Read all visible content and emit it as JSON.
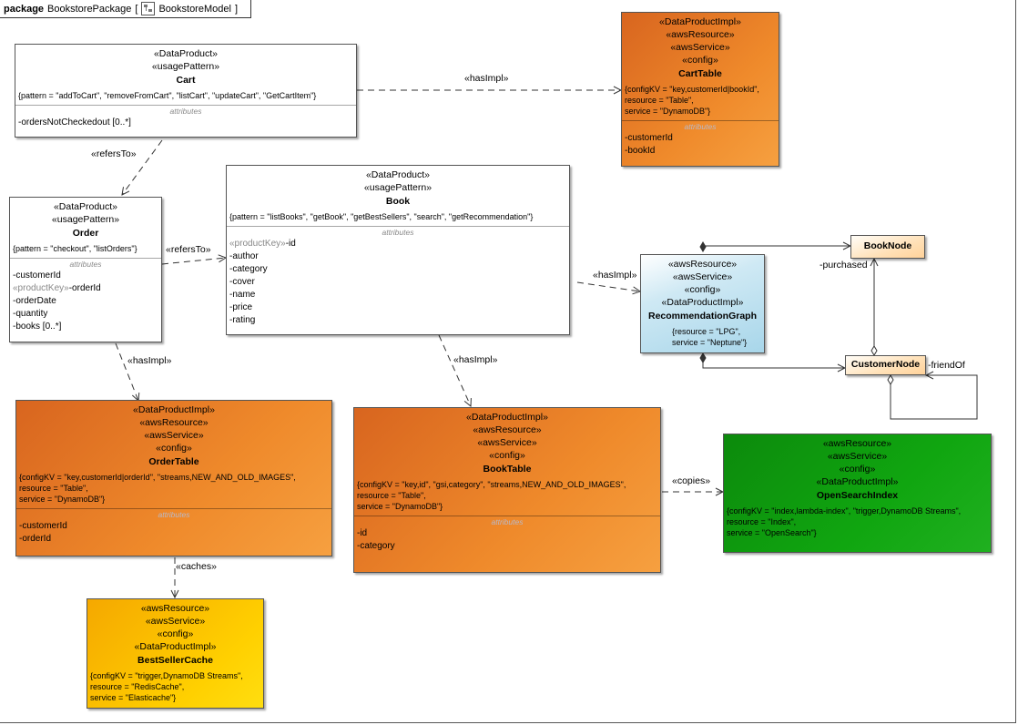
{
  "frame": {
    "keyword": "package",
    "name": "BookstorePackage",
    "bracket_open": "[",
    "diagram_name": "BookstoreModel",
    "bracket_close": "]",
    "diagram_icon": "class-diagram-icon"
  },
  "nodes": {
    "cart": {
      "stereotypes": [
        "«DataProduct»",
        "«usagePattern»"
      ],
      "name": "Cart",
      "tags": [
        "{pattern = \"addToCart\", \"removeFromCart\", \"listCart\", \"updateCart\", \"GetCartItem\"}"
      ],
      "compartment_title": "attributes",
      "attributes": [
        {
          "prefix": "",
          "text": "-ordersNotCheckedout",
          "mult": " [0..*]"
        }
      ]
    },
    "order": {
      "stereotypes": [
        "«DataProduct»",
        "«usagePattern»"
      ],
      "name": "Order",
      "tags": [
        "{pattern = \"checkout\", \"listOrders\"}"
      ],
      "compartment_title": "attributes",
      "attributes": [
        {
          "prefix": "",
          "text": "-customerId",
          "mult": ""
        },
        {
          "prefix": "«productKey»",
          "text": "-orderId",
          "mult": ""
        },
        {
          "prefix": "",
          "text": "-orderDate",
          "mult": ""
        },
        {
          "prefix": "",
          "text": "-quantity",
          "mult": ""
        },
        {
          "prefix": "",
          "text": "-books",
          "mult": " [0..*]"
        }
      ]
    },
    "book": {
      "stereotypes": [
        "«DataProduct»",
        "«usagePattern»"
      ],
      "name": "Book",
      "tags": [
        "{pattern = \"listBooks\", \"getBook\", \"getBestSellers\", \"search\", \"getRecommendation\"}"
      ],
      "compartment_title": "attributes",
      "attributes": [
        {
          "prefix": "«productKey»",
          "text": "-id",
          "mult": ""
        },
        {
          "prefix": "",
          "text": "-author",
          "mult": ""
        },
        {
          "prefix": "",
          "text": "-category",
          "mult": ""
        },
        {
          "prefix": "",
          "text": "-cover",
          "mult": ""
        },
        {
          "prefix": "",
          "text": "-name",
          "mult": ""
        },
        {
          "prefix": "",
          "text": "-price",
          "mult": ""
        },
        {
          "prefix": "",
          "text": "-rating",
          "mult": ""
        }
      ]
    },
    "cart_table": {
      "stereotypes": [
        "«DataProductImpl»",
        "«awsResource»",
        "«awsService»",
        "«config»"
      ],
      "name": "CartTable",
      "tags": [
        "{configKV = \"key,customerId|bookId\",",
        "resource = \"Table\",",
        "service = \"DynamoDB\"}"
      ],
      "compartment_title": "attributes",
      "attributes": [
        {
          "prefix": "",
          "text": "-customerId",
          "mult": ""
        },
        {
          "prefix": "",
          "text": "-bookId",
          "mult": ""
        }
      ]
    },
    "order_table": {
      "stereotypes": [
        "«DataProductImpl»",
        "«awsResource»",
        "«awsService»",
        "«config»"
      ],
      "name": "OrderTable",
      "tags": [
        "{configKV = \"key,customerId|orderId\", \"streams,NEW_AND_OLD_IMAGES\",",
        "resource = \"Table\",",
        "service = \"DynamoDB\"}"
      ],
      "compartment_title": "attributes",
      "attributes": [
        {
          "prefix": "",
          "text": "-customerId",
          "mult": ""
        },
        {
          "prefix": "",
          "text": "-orderId",
          "mult": ""
        }
      ]
    },
    "book_table": {
      "stereotypes": [
        "«DataProductImpl»",
        "«awsResource»",
        "«awsService»",
        "«config»"
      ],
      "name": "BookTable",
      "tags": [
        "{configKV = \"key,id\", \"gsi,category\", \"streams,NEW_AND_OLD_IMAGES\",",
        "resource = \"Table\",",
        "service = \"DynamoDB\"}"
      ],
      "compartment_title": "attributes",
      "attributes": [
        {
          "prefix": "",
          "text": "-id",
          "mult": ""
        },
        {
          "prefix": "",
          "text": "-category",
          "mult": ""
        }
      ]
    },
    "best_seller_cache": {
      "stereotypes": [
        "«awsResource»",
        "«awsService»",
        "«config»",
        "«DataProductImpl»"
      ],
      "name": "BestSellerCache",
      "tags": [
        "{configKV = \"trigger,DynamoDB Streams\",",
        "resource = \"RedisCache\",",
        "service = \"Elasticache\"}"
      ]
    },
    "open_search_index": {
      "stereotypes": [
        "«awsResource»",
        "«awsService»",
        "«config»",
        "«DataProductImpl»"
      ],
      "name": "OpenSearchIndex",
      "tags": [
        "{configKV = \"index,lambda-index\", \"trigger,DynamoDB Streams\",",
        "resource = \"Index\",",
        "service = \"OpenSearch\"}"
      ]
    },
    "recommendation_graph": {
      "stereotypes": [
        "«awsResource»",
        "«awsService»",
        "«config»",
        "«DataProductImpl»"
      ],
      "name": "RecommendationGraph",
      "tags": [
        "{resource = \"LPG\",",
        "service = \"Neptune\"}"
      ]
    },
    "book_node": {
      "name": "BookNode"
    },
    "customer_node": {
      "name": "CustomerNode"
    }
  },
  "edges": {
    "cart_has_impl": "«hasImpl»",
    "cart_refers_to": "«refersTo»",
    "order_refers_to": "«refersTo»",
    "order_has_impl": "«hasImpl»",
    "book_has_impl_table": "«hasImpl»",
    "book_has_impl_graph": "«hasImpl»",
    "order_table_caches": "«caches»",
    "book_table_copies": "«copies»",
    "purchased_role": "-purchased",
    "friend_of_role": "-friendOf"
  },
  "colors": {
    "impl_orange": "#ef8a2b",
    "cache_gold": "#ffd000",
    "search_green": "#10a610",
    "graph_blue": "#a8d6ea",
    "node_peach": "#ffd29a"
  }
}
